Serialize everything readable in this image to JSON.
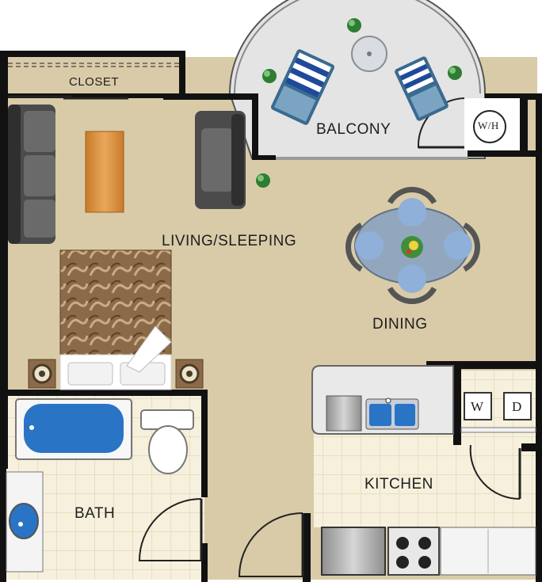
{
  "rooms": {
    "closet": "CLOSET",
    "balcony": "BALCONY",
    "living": "LIVING/SLEEPING",
    "dining": "DINING",
    "kitchen": "KITCHEN",
    "bath": "BATH"
  },
  "appliances": {
    "water_heater": "W/H",
    "washer": "W",
    "dryer": "D"
  },
  "colors": {
    "floor": "#d9cba8",
    "tile": "#f4eed9",
    "wall": "#111111",
    "balcony": "#e6e6e6",
    "sofa": "#555555",
    "wood": "#d88b35",
    "bedspread": "#8a6a48",
    "table": "#8fa6c0",
    "tub": "#2a74c5"
  }
}
